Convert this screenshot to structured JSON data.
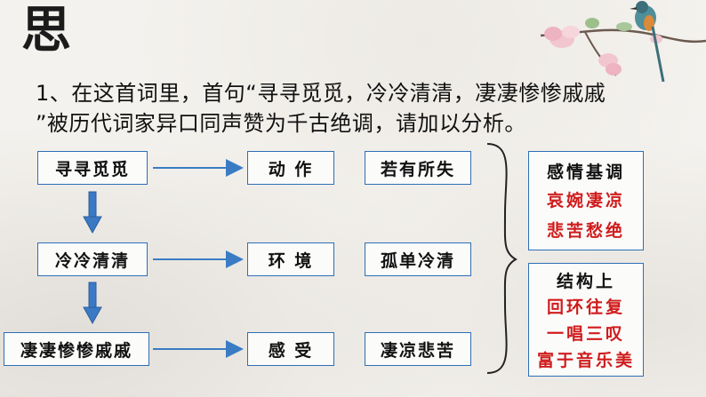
{
  "title": "思",
  "question": {
    "line1": "1、在这首词里，首句“寻寻觅觅，冷冷清清，凄凄惨惨戚戚",
    "line2": "”被历代词家异口同声赞为千古绝调，请加以分析。"
  },
  "left_column": [
    "寻寻觅觅",
    "冷冷清清",
    "凄凄惨惨戚戚"
  ],
  "middle_column": [
    "动 作",
    "环 境",
    "感 受"
  ],
  "right_column": [
    "若有所失",
    "孤单冷清",
    "凄凉悲苦"
  ],
  "summary_emotion": {
    "heading": "感情基调",
    "items": [
      "哀婉凄凉",
      "悲苦愁绝"
    ]
  },
  "summary_structure": {
    "heading": "结构上",
    "items": [
      "回环往复",
      "一唱三叹",
      "富于音乐美"
    ]
  },
  "colors": {
    "box_border": "#2e6fb5",
    "emphasis_red": "#d01c1c",
    "arrow_blue": "#3a7cc4"
  }
}
